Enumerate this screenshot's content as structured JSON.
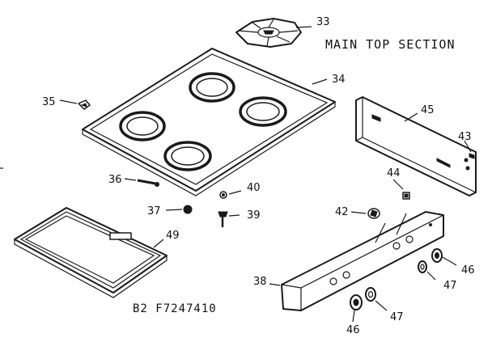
{
  "diagram": {
    "title": "MAIN TOP SECTION",
    "code": "B2 F7247410",
    "labels": {
      "p33": "33",
      "p34": "34",
      "p35": "35",
      "p36": "36",
      "p37": "37",
      "p38": "38",
      "p39": "39",
      "p40": "40",
      "p42": "42",
      "p43": "43",
      "p44": "44",
      "p45": "45",
      "p46a": "46",
      "p46b": "46",
      "p47a": "47",
      "p47b": "47",
      "p49": "49"
    }
  }
}
